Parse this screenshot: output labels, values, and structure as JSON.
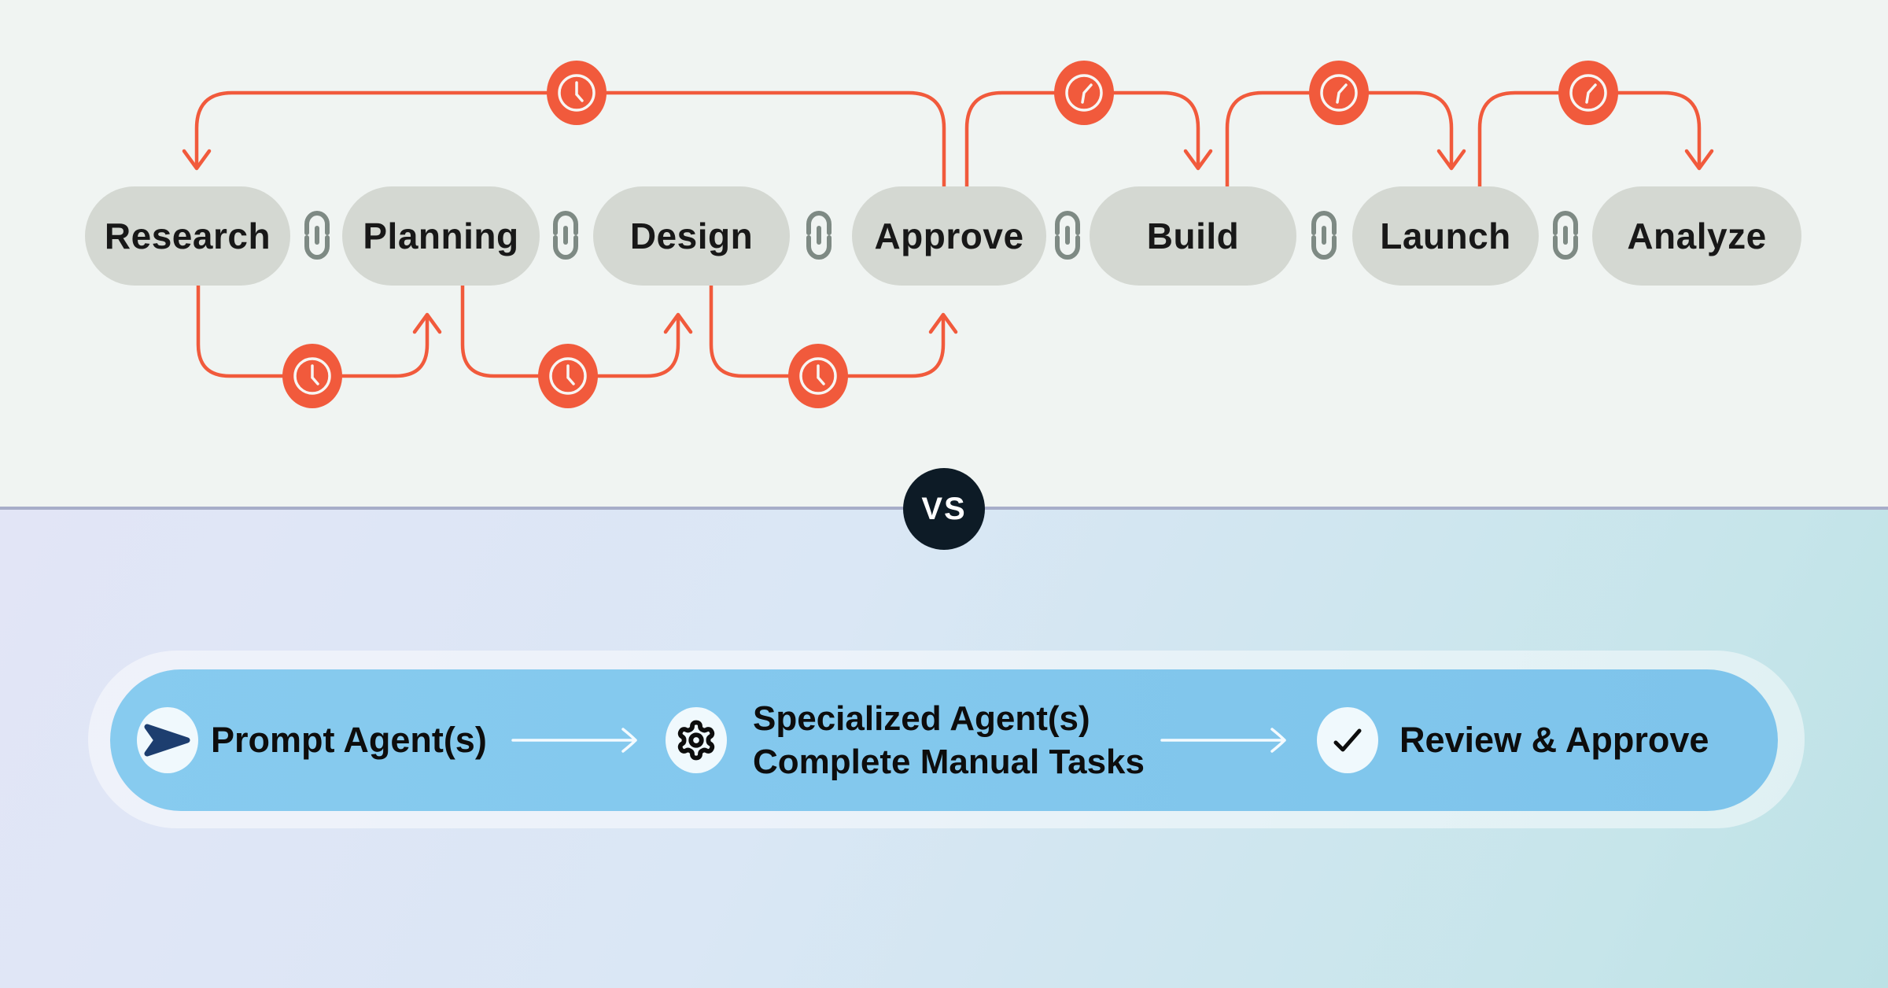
{
  "diagram": {
    "traditional": {
      "steps": [
        "Research",
        "Planning",
        "Design",
        "Approve",
        "Build",
        "Launch",
        "Analyze"
      ],
      "connector_icon": "chain-link-icon",
      "delay_icon": "clock-icon",
      "rework_loop": {
        "from": "Approve",
        "to": "Research"
      },
      "bottom_delay_loops": [
        {
          "from": "Research",
          "to": "Planning"
        },
        {
          "from": "Planning",
          "to": "Design"
        },
        {
          "from": "Design",
          "to": "Approve"
        }
      ],
      "top_delay_loops": [
        {
          "from": "Approve",
          "to": "Build"
        },
        {
          "from": "Build",
          "to": "Launch"
        },
        {
          "from": "Launch",
          "to": "Analyze"
        }
      ]
    },
    "vs_label": "VS",
    "agentic": {
      "items": [
        {
          "icon": "send-icon",
          "label": "Prompt Agent(s)"
        },
        {
          "icon": "gear-icon",
          "label_line1": "Specialized Agent(s)",
          "label_line2": "Complete Manual Tasks"
        },
        {
          "icon": "check-icon",
          "label": "Review & Approve"
        }
      ]
    },
    "colors": {
      "accent_orange": "#F15A3C",
      "pill_gray": "#D4D8D2",
      "link_gray": "#7E8A84",
      "bar_blue": "#84C8ED",
      "badge_dark": "#0D1B26",
      "navy_icon": "#1D3E6F",
      "divider": "#A7ADC9",
      "top_bg": "#F0F4F2"
    }
  }
}
